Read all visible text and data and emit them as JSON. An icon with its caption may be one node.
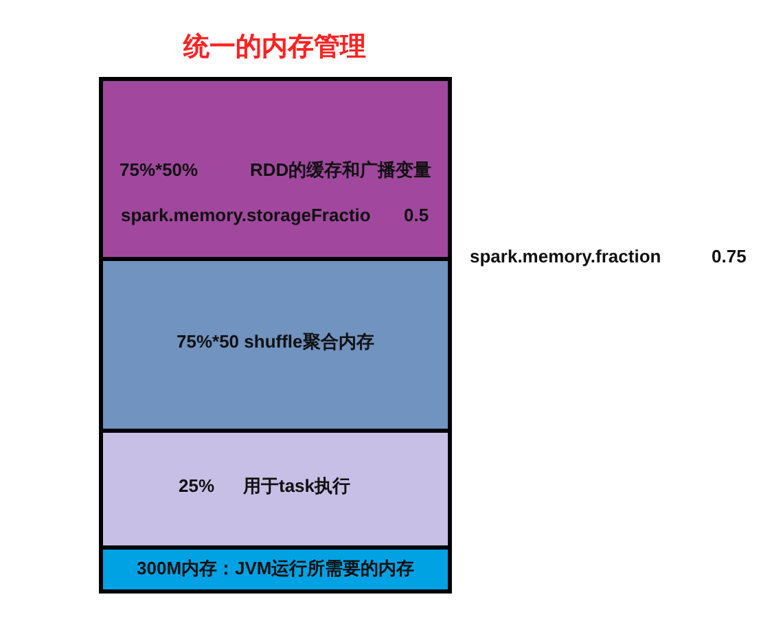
{
  "diagram": {
    "title": "统一的内存管理",
    "nodes": [
      {
        "text": [
          "75%*50%",
          "RDD的缓存和广播变量",
          "spark.memory.storageFractio",
          "0.5"
        ]
      },
      {
        "text": [
          "75%*50 shuffle聚合内存"
        ]
      },
      {
        "text": [
          "25%",
          "用于task执行"
        ]
      },
      {
        "text": [
          "300M内存：JVM运行所需要的内存"
        ]
      }
    ],
    "labels": [
      "spark.memory.fraction",
      "0.75"
    ]
  }
}
